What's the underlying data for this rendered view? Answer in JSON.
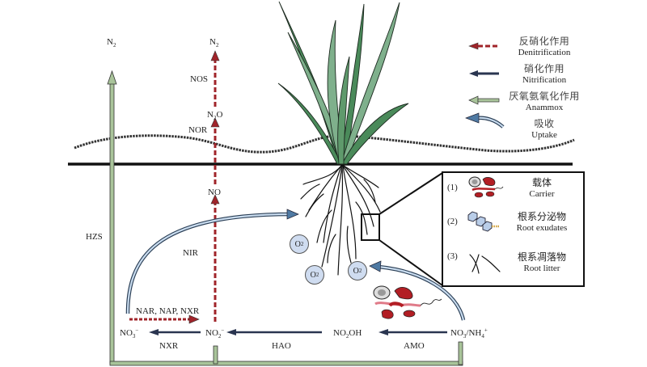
{
  "colors": {
    "denitrification": "#a0242a",
    "nitrification": "#2a3550",
    "anammox": "#a9c49a",
    "uptake": "#4f7aa3",
    "leaf_dark": "#4a8a5a",
    "leaf_light": "#7fb08c",
    "o2_fill": "#cfdcf0",
    "bacteria_red": "#b21e24",
    "bacteria_pink": "#e07a88",
    "exudate_fill": "#b9cde8",
    "exudate_chain": "#d0a03a"
  },
  "legend": [
    {
      "id": "denitrification",
      "cn": "反硝化作用",
      "en": "Denitrification",
      "style": "dashed-red-arrow"
    },
    {
      "id": "nitrification",
      "cn": "硝化作用",
      "en": "Nitrification",
      "style": "solid-navy-arrow"
    },
    {
      "id": "anammox",
      "cn": "厌氧氨氧化作用",
      "en": "Anammox",
      "style": "green-outlined-arrow"
    },
    {
      "id": "uptake",
      "cn": "吸收",
      "en": "Uptake",
      "style": "curved-blue-arrow"
    }
  ],
  "inset_box": {
    "items": [
      {
        "num": "(1)",
        "cn": "载体",
        "en": "Carrier",
        "icon": "carrier-bacteria-icon"
      },
      {
        "num": "(2)",
        "cn": "根系分泌物",
        "en": "Root exudates",
        "icon": "root-exudates-molecule-icon"
      },
      {
        "num": "(3)",
        "cn": "根系凋落物",
        "en": "Root litter",
        "icon": "root-litter-icon"
      }
    ]
  },
  "species": {
    "n2_left": {
      "base": "N",
      "sub": "2",
      "sup": ""
    },
    "n2_top": {
      "base": "N",
      "sub": "2",
      "sup": ""
    },
    "n2o": {
      "base": "N",
      "sub": "2",
      "tail": "O"
    },
    "no": {
      "text": "NO"
    },
    "no3": {
      "base": "NO",
      "sub": "3",
      "sup": "−"
    },
    "no2": {
      "base": "NO",
      "sub": "2",
      "sup": "−"
    },
    "no2oh": {
      "base": "NO",
      "sub": "2",
      "tail": "OH"
    },
    "no3nh4": {
      "a": "NO",
      "a_sub": "3",
      "b": "/NH",
      "b_sub": "4",
      "b_sup": "+"
    },
    "o2": {
      "base": "O",
      "sub": "2"
    }
  },
  "enzymes": {
    "nos": "NOS",
    "nor": "NOR",
    "nir": "NIR",
    "nar_nap_nxr": "NAR, NAP, NXR",
    "nxr": "NXR",
    "hao": "HAO",
    "amo": "AMO",
    "hzs": "HZS"
  }
}
